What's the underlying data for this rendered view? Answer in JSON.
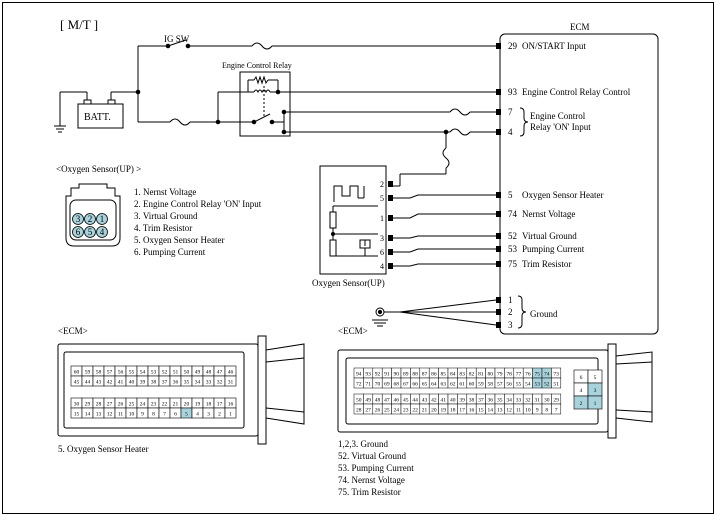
{
  "title": "[ M/T ]",
  "ecm_title": "ECM",
  "ig_sw": "IG SW",
  "engine_control_relay": "Engine Control Relay",
  "batt": "BATT.",
  "ecm_pins": [
    {
      "num": "29",
      "label": "ON/START Input"
    },
    {
      "num": "93",
      "label": "Engine Control Relay Control"
    },
    {
      "num": "7",
      "label": ""
    },
    {
      "num": "4",
      "label": ""
    },
    {
      "num": "5",
      "label": "Oxygen Sensor Heater"
    },
    {
      "num": "74",
      "label": "Nernst Voltage"
    },
    {
      "num": "52",
      "label": "Virtual Ground"
    },
    {
      "num": "53",
      "label": "Pumping Current"
    },
    {
      "num": "75",
      "label": "Trim Resistor"
    },
    {
      "num": "1",
      "label": ""
    },
    {
      "num": "2",
      "label": ""
    },
    {
      "num": "3",
      "label": ""
    }
  ],
  "relay_input_label": [
    "Engine Control",
    "Relay 'ON' Input"
  ],
  "ground_label": "Ground",
  "sensor_pins": [
    "2",
    "5",
    "1",
    "3",
    "6",
    "4"
  ],
  "sensor_name": "Oxygen Sensor(UP)",
  "sensor_connector_title": "<Oxygen Sensor(UP)    >",
  "sensor_connector_pins": [
    "3",
    "2",
    "1",
    "6",
    "5",
    "4"
  ],
  "sensor_pin_legend": [
    "1. Nernst Voltage",
    "2. Engine Control Relay 'ON' Input",
    "3. Virtual Ground",
    "4. Trim Resistor",
    "5. Oxygen Sensor Heater",
    "6. Pumping Current"
  ],
  "ecm_connector_left": {
    "title": "<ECM>",
    "row1": [
      "60",
      "59",
      "58",
      "57",
      "56",
      "55",
      "54",
      "53",
      "52",
      "51",
      "50",
      "49",
      "48",
      "47",
      "46"
    ],
    "row2": [
      "45",
      "44",
      "43",
      "42",
      "41",
      "40",
      "39",
      "38",
      "37",
      "36",
      "35",
      "34",
      "33",
      "32",
      "31"
    ],
    "row3": [
      "30",
      "29",
      "28",
      "27",
      "26",
      "25",
      "24",
      "23",
      "22",
      "21",
      "20",
      "19",
      "18",
      "17",
      "16"
    ],
    "row4": [
      "15",
      "14",
      "13",
      "12",
      "11",
      "10",
      "9",
      "8",
      "7",
      "6",
      "5",
      "4",
      "3",
      "2",
      "1"
    ],
    "highlight": [
      "5"
    ],
    "legend": [
      "5. Oxygen Sensor Heater"
    ]
  },
  "ecm_connector_right": {
    "title": "<ECM>",
    "row1": [
      "94",
      "93",
      "92",
      "91",
      "90",
      "89",
      "88",
      "87",
      "86",
      "85",
      "84",
      "83",
      "82",
      "81",
      "80",
      "79",
      "78",
      "77",
      "76",
      "75",
      "74",
      "73"
    ],
    "row2": [
      "72",
      "71",
      "70",
      "69",
      "68",
      "67",
      "66",
      "65",
      "64",
      "63",
      "62",
      "61",
      "60",
      "59",
      "58",
      "57",
      "56",
      "55",
      "54",
      "53",
      "52",
      "51"
    ],
    "row3": [
      "50",
      "49",
      "48",
      "47",
      "46",
      "45",
      "44",
      "43",
      "42",
      "41",
      "40",
      "39",
      "38",
      "37",
      "36",
      "35",
      "34",
      "33",
      "32",
      "31",
      "30",
      "29"
    ],
    "row4": [
      "28",
      "27",
      "26",
      "25",
      "24",
      "23",
      "22",
      "21",
      "20",
      "19",
      "18",
      "17",
      "16",
      "15",
      "14",
      "13",
      "12",
      "11",
      "10",
      "9",
      "8",
      "7"
    ],
    "side": [
      "6",
      "5",
      "4",
      "3",
      "2",
      "1"
    ],
    "highlight": [
      "75",
      "74",
      "53",
      "52",
      "3",
      "2",
      "1"
    ],
    "legend": [
      "1,2,3. Ground",
      "52. Virtual Ground",
      "53. Pumping Current",
      "74. Nernst Voltage",
      "75. Trim Resistor"
    ]
  },
  "colors": {
    "highlight": "#a8d3dc",
    "line": "#000000"
  }
}
